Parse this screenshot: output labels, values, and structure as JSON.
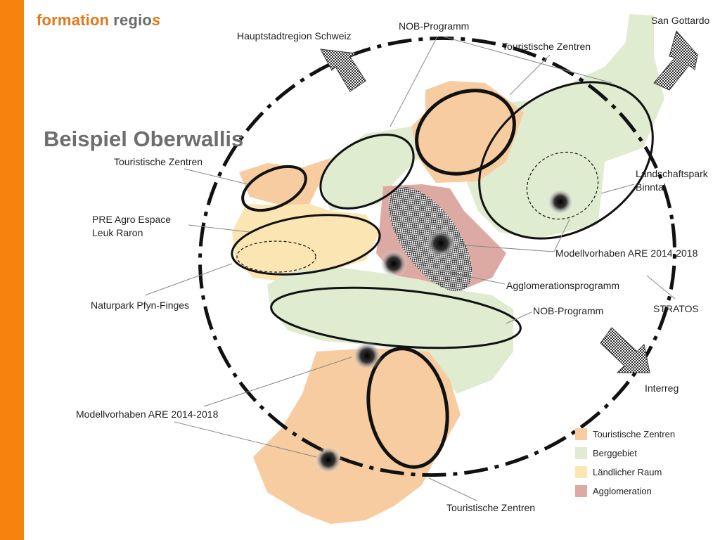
{
  "logo": {
    "part1": "formation",
    "part2": "regio",
    "part3": "s"
  },
  "title": "Beispiel Oberwallis",
  "labels": {
    "hauptstadtregion": "Hauptstadtregion Schweiz",
    "nob_top": "NOB-Programm",
    "touristische_top": "Touristische Zentren",
    "san_gottardo": "San Gottardo",
    "touristische_left": "Touristische Zentren",
    "landschaftspark_1": "Landschaftspark",
    "landschaftspark_2": "Binntal",
    "pre_agro_1": "PRE Agro Espace",
    "pre_agro_2": "Leuk Raron",
    "modellvorhaben_right": "Modellvorhaben ARE 2014-2018",
    "agglomerationsprogramm": "Agglomerationsprogramm",
    "naturpark": "Naturpark Pfyn-Finges",
    "nob_mid": "NOB-Programm",
    "stratos": "STRATOS",
    "interreg": "Interreg",
    "modellvorhaben_left": "Modellvorhaben ARE 2014-2018",
    "touristische_bottom": "Touristische Zentren"
  },
  "legend": [
    {
      "label": "Touristische Zentren",
      "color": "#f6cca0"
    },
    {
      "label": "Berggebiet",
      "color": "#dfecd0"
    },
    {
      "label": "Ländlicher Raum",
      "color": "#fbe5b3"
    },
    {
      "label": "Agglomeration",
      "color": "#dcaaa3"
    }
  ],
  "colors": {
    "accent_sidebar": "#f7830f",
    "touristic": "#f6cca0",
    "mountain": "#dfecd0",
    "rural": "#fbe5b3",
    "agglomeration": "#dcaaa3"
  }
}
